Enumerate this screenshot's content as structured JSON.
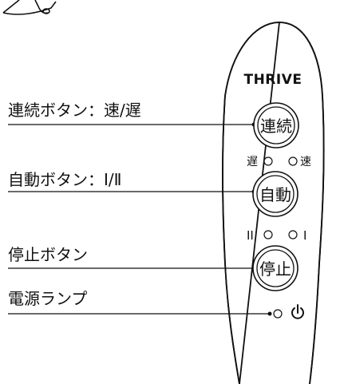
{
  "brand": "THRIVE",
  "labels": {
    "speed": "連続ボタン：速/遅",
    "auto": "自動ボタン：Ⅰ/Ⅱ",
    "stop": "停止ボタン",
    "power_lamp": "電源ランプ"
  },
  "buttons": {
    "speed": "連続",
    "auto": "自動",
    "stop": "停止"
  },
  "indicators": {
    "speed_left": "遅",
    "speed_right": "速",
    "auto_left": "II",
    "auto_right": "I",
    "power_icon": "power-icon"
  }
}
